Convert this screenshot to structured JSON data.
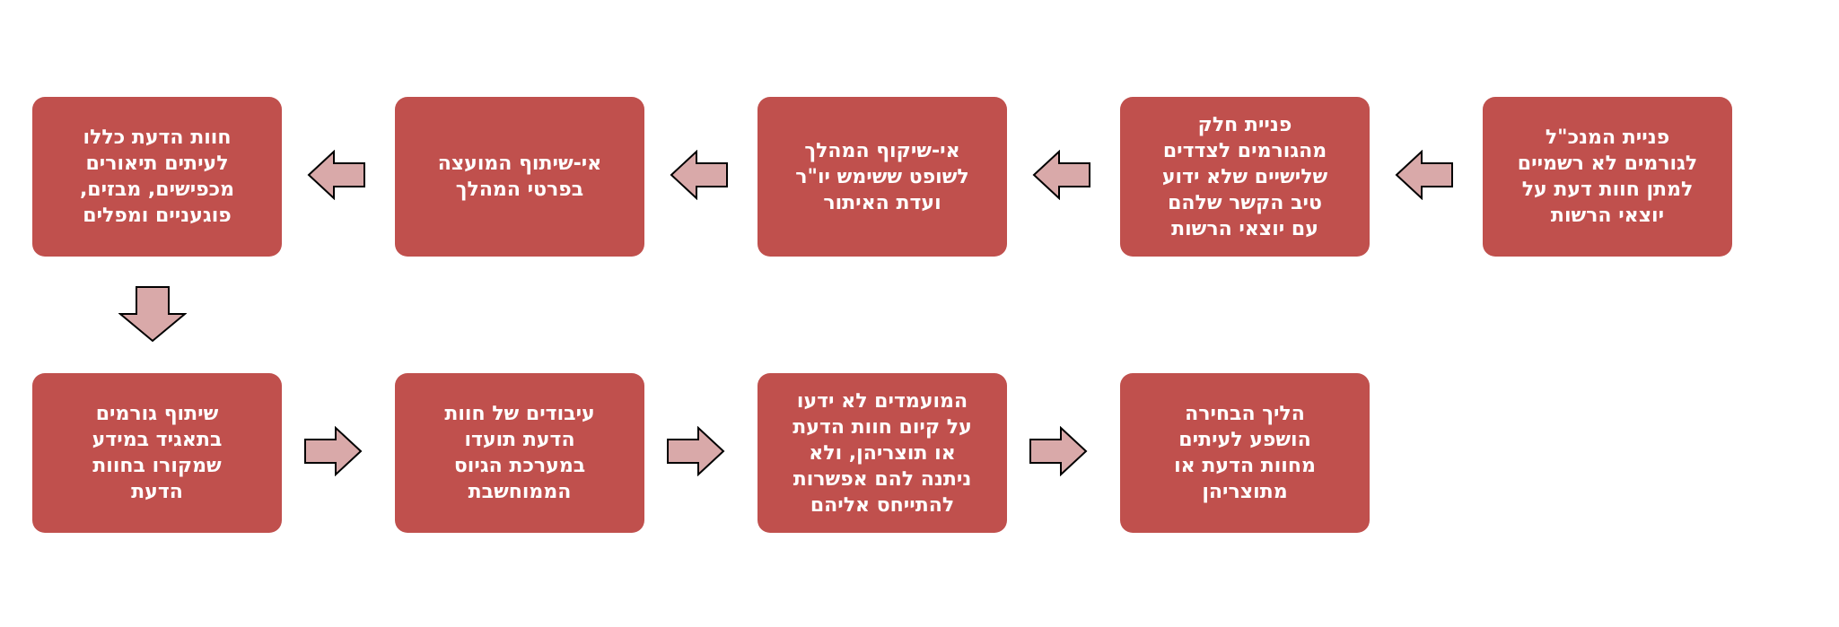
{
  "diagram": {
    "colors": {
      "box_fill": "#c0504d",
      "box_text": "#ffffff",
      "arrow_fill": "#d9a9a9",
      "arrow_stroke": "#000000"
    },
    "boxes": [
      {
        "id": "box1",
        "text": "פניית המנכ\"ל\nלגורמים לא רשמיים\nלמתן חוות דעת על\nיוצאי הרשות"
      },
      {
        "id": "box2",
        "text": "פניית חלק\nמהגורמים לצדדים\nשלישיים שלא ידוע\nטיב הקשר שלהם\nעם יוצאי הרשות"
      },
      {
        "id": "box3",
        "text": "אי-שיקוף המהלך\nלשופט ששימש יו\"ר\nועדת האיתור"
      },
      {
        "id": "box4",
        "text": "אי-שיתוף המועצה\nבפרטי המהלך"
      },
      {
        "id": "box5",
        "text": "חוות הדעת כללו\nלעיתים תיאורים\nמכפישים, מבזים,\nפוגעניים ומפלים"
      },
      {
        "id": "box6",
        "text": "שיתוף גורמים\nבתאגיד במידע\nשמקורו בחוות\nהדעת"
      },
      {
        "id": "box7",
        "text": "עיבודים של חוות\nהדעת תועדו\nבמערכת הגיוס\nהממוחשבת"
      },
      {
        "id": "box8",
        "text": "המועמדים לא ידעו\nעל קיום חוות הדעת\nאו תוצריהן, ולא\nניתנה להם אפשרות\nלהתייחס אליהם"
      },
      {
        "id": "box9",
        "text": "הליך הבחירה\nהושפע לעיתים\nמחוות הדעת או\nמתוצריהן"
      }
    ],
    "arrows": [
      {
        "id": "arrow-1-2",
        "direction": "left"
      },
      {
        "id": "arrow-2-3",
        "direction": "left"
      },
      {
        "id": "arrow-3-4",
        "direction": "left"
      },
      {
        "id": "arrow-4-5",
        "direction": "left"
      },
      {
        "id": "arrow-5-6",
        "direction": "down"
      },
      {
        "id": "arrow-6-7",
        "direction": "right"
      },
      {
        "id": "arrow-7-8",
        "direction": "right"
      },
      {
        "id": "arrow-8-9",
        "direction": "right"
      }
    ]
  }
}
